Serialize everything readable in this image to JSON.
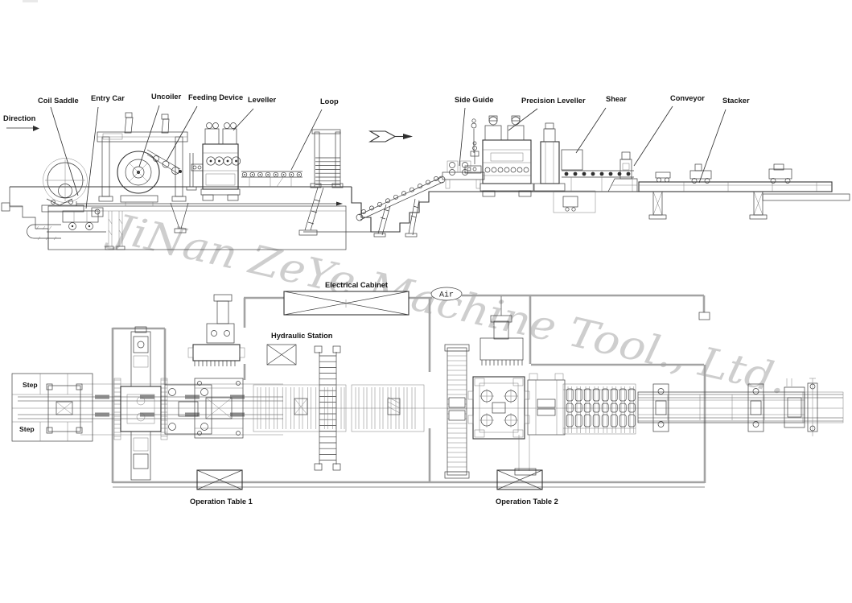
{
  "watermark": {
    "text": "JiNan ZeYe Machine Tool., Ltd.",
    "color": "#c9c9c9"
  },
  "colors": {
    "drawing_line": "#3e3e3e",
    "wall_line": "#a3a3a3",
    "label_text": "#141414",
    "background": "#ffffff"
  },
  "top_view": {
    "direction_label": "Direction",
    "labels": [
      {
        "id": "coil-saddle",
        "text": "Coil Saddle"
      },
      {
        "id": "entry-car",
        "text": "Entry Car"
      },
      {
        "id": "uncoiler",
        "text": "Uncoiler"
      },
      {
        "id": "feeding-device",
        "text": "Feeding Device"
      },
      {
        "id": "leveller",
        "text": "Leveller"
      },
      {
        "id": "loop",
        "text": "Loop"
      },
      {
        "id": "side-guide",
        "text": "Side Guide"
      },
      {
        "id": "precision-leveller",
        "text": "Precision Leveller"
      },
      {
        "id": "shear",
        "text": "Shear"
      },
      {
        "id": "conveyor",
        "text": "Conveyor"
      },
      {
        "id": "stacker",
        "text": "Stacker"
      }
    ]
  },
  "plan_view": {
    "labels": {
      "electrical_cabinet": "Electrical Cabinet",
      "hydraulic_station": "Hydraulic Station",
      "air": "Air",
      "step_upper": "Step",
      "step_lower": "Step",
      "operation_table_1": "Operation Table 1",
      "operation_table_2": "Operation Table 2"
    }
  }
}
